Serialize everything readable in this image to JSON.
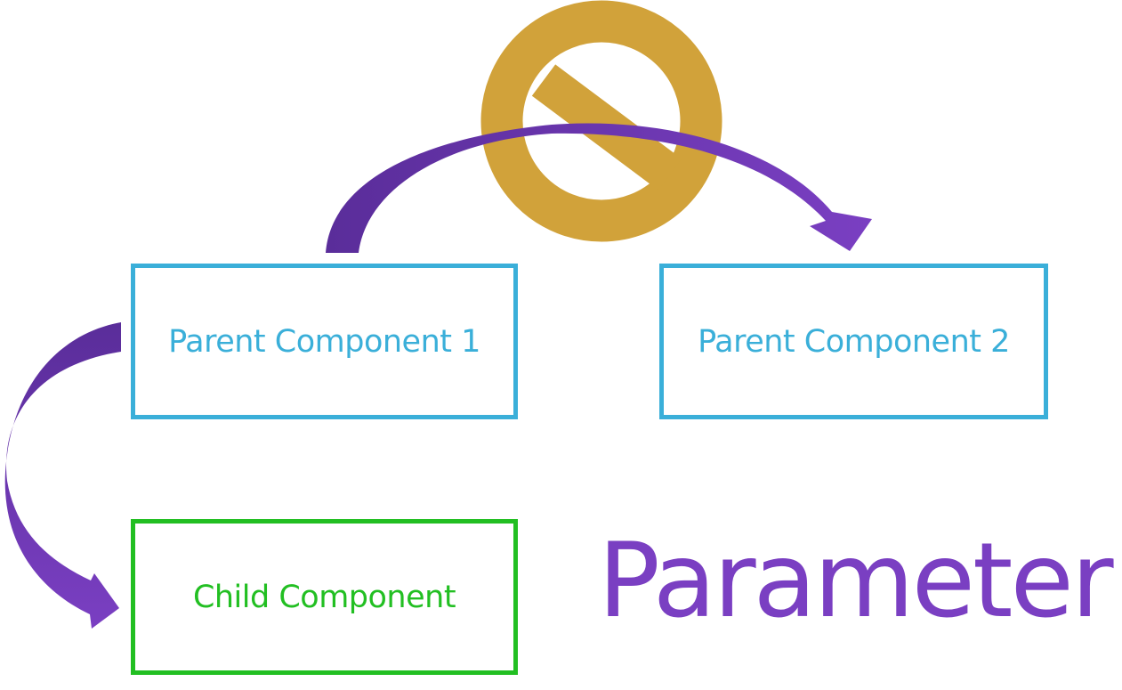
{
  "nodes": {
    "parent1": {
      "label": "Parent Component 1"
    },
    "parent2": {
      "label": "Parent Component 2"
    },
    "child": {
      "label": "Child Component"
    }
  },
  "caption": "Parameter",
  "colors": {
    "parent_border": "#3aafd9",
    "child_border": "#22bf22",
    "arrow": "#7a3fc2",
    "arrow_dark": "#5a2d9a",
    "prohibited_sign": "#d1a23a",
    "caption": "#7a3fc2"
  },
  "icons": {
    "blocked_flow": "prohibited-icon"
  },
  "edges": [
    {
      "from": "parent1",
      "to": "parent2",
      "blocked": true
    },
    {
      "from": "parent1",
      "to": "child",
      "blocked": false
    }
  ]
}
